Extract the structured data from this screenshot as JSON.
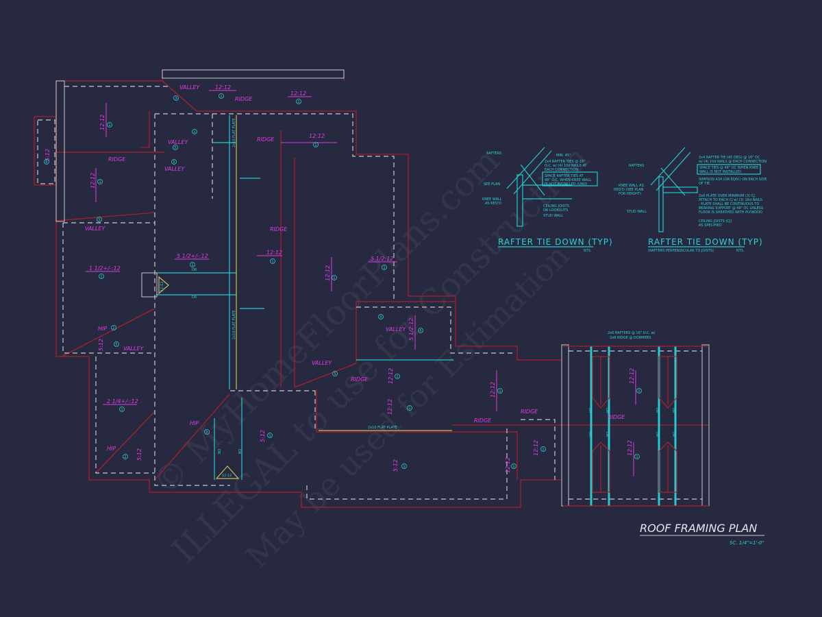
{
  "drawing": {
    "title": "ROOF FRAMING PLAN",
    "scale": "SC. 1/4\"=1'-0\""
  },
  "watermark": {
    "line1": "© MyHomeFloorPlans.com",
    "line2": "ILLEGAL to use for Construction",
    "line3": "May be used for Estimation"
  },
  "plan": {
    "labels": [
      "VALLEY",
      "12:12",
      "RIDGE",
      "12:12",
      "12:12",
      "RIDGE",
      "5:12",
      "12:12",
      "VALLEY",
      "VALLEY",
      "RIDGE",
      "12:12",
      "VALLEY",
      "1 1/2+/-:12",
      "5 1/2+/-:12",
      "12:12",
      "RIDGE",
      "12:12",
      "5 1/2:12",
      "HIP",
      "VALLEY",
      "5:12",
      "VALLEY",
      "5 1/2:12",
      "VALLEY",
      "RIDGE",
      "12:12",
      "12:12",
      "2 1/4+/-:12",
      "HIP",
      "HIP",
      "5:12",
      "5:12",
      "5:12",
      "12:12",
      "RIDGE",
      "RIDGE",
      "12:12",
      "12:12"
    ],
    "plate_labels": [
      "2x10 FLAT PLATE",
      "2x10 FLAT PLATE",
      "2x10 FLAT PLATE"
    ],
    "dr": "DR",
    "gable_pitch": "12:12",
    "circle_numbers": [
      "1",
      "2",
      "3",
      "5",
      "6"
    ]
  },
  "dormer": {
    "note_line1": "2x6 RAFTERS @ 16\" O.C. w/",
    "note_line2": "2x8 RIDGE @ DORMERS",
    "pitch_top": "12:12",
    "pitch_bottom": "12:12",
    "ridge": "RIDGE",
    "circle": "1"
  },
  "detail_1": {
    "title": "RAFTER TIE DOWN (TYP)",
    "nts": "NTS.",
    "rafters": "RAFTERS",
    "min": "MIN. 45°",
    "tie_note_1": "2x4 RAFTER TIES @ 16\"",
    "tie_note_2": "O.C. w/ (4) 10d NAILS AT",
    "tie_note_3": "EACH CONNECTION",
    "space_note_1": "SPACE RAFTER TIES AT",
    "space_note_2": "48\" O.C. WHEN KNEE WALL",
    "space_note_3": "IS NOT INSTALLED (UNO)",
    "see_plan": "SEE PLAN",
    "knee_wall_1": "KNEE WALL",
    "knee_wall_2": "AS REQ'D",
    "ceiling_1": "CEILING JOISTS",
    "ceiling_2": "OR LOOKOUTS",
    "stud_wall": "STUD WALL"
  },
  "detail_2": {
    "title": "RAFTER TIE DOWN (TYP)",
    "subtitle": "(RAFTERS PERPENDICULAR TO JOISTS)",
    "nts": "NTS.",
    "rafters": "RAFTERS",
    "tie_note_1": "2x4 RAFTER TIE (45 DEG) @ 16\" OC",
    "tie_note_2": "w/ (4) 10d NAILS @ EACH CONNECTION",
    "space_note_1": "SPACE TIES @ 48\" OC WHEN KNEE",
    "space_note_2": "WALL IS NOT INSTALLED.",
    "simpson_1": "SIMPSON A34 (OR EQIV.) ON EACH SIDE",
    "simpson_2": "OF TIE",
    "knee_1": "KNEE WALL AS",
    "knee_2": "REQ'D (SEE PLAN",
    "knee_3": "FOR HEIGHT)",
    "stud_wall": "STUD WALL",
    "plate_1": "2x6 PLATE OVER MINIMUM (3) CJ.",
    "plate_2": "ATTACH TO EACH CJ w/ (3) 16d NAILS",
    "plate_3": "- PLATE SHALL BE CONTINUOUS TO",
    "plate_4": "BEARING SUPPORT @ 48\" OC UNLESS",
    "plate_5": "FLOOR IS SHEATHED WITH PLYWOOD.",
    "ceiling_1": "CEILING JOISTS (CJ)",
    "ceiling_2": "AS SPECIFIED"
  }
}
